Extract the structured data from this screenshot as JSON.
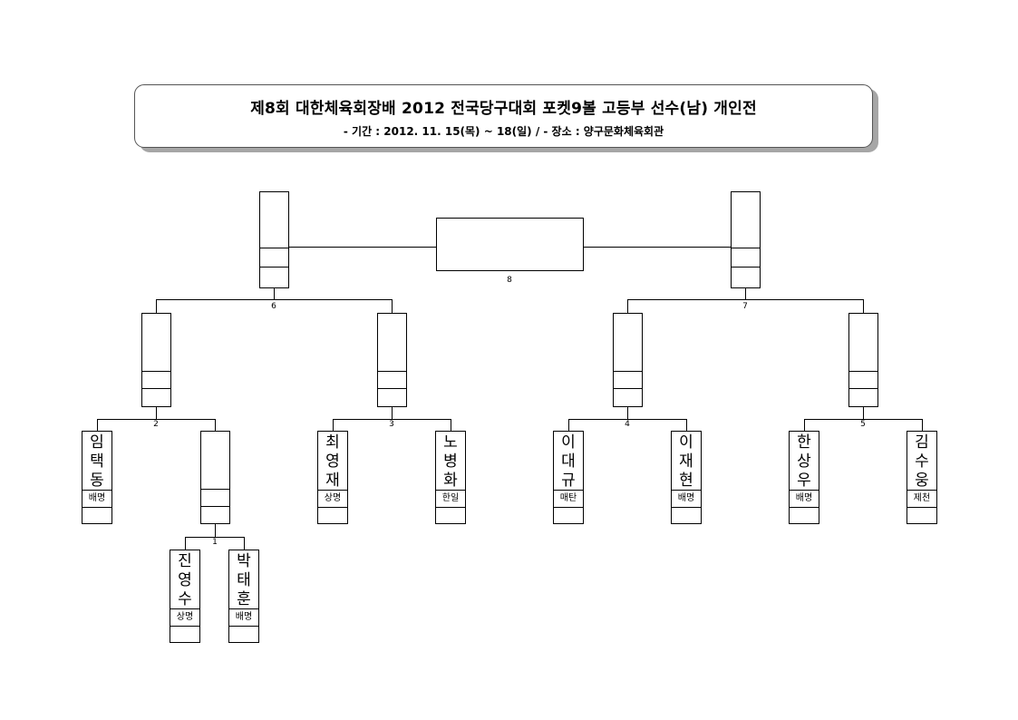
{
  "header": {
    "title": "제8회 대한체육회장배 2012 전국당구대회 포켓9볼 고등부 선수(남) 개인전",
    "subtitle": "- 기간 : 2012. 11. 15(목) ~ 18(일)  /  - 장소 : 양구문화체육회관"
  },
  "matches": [
    {
      "id": "m1",
      "number": "1"
    },
    {
      "id": "m2",
      "number": "2"
    },
    {
      "id": "m3",
      "number": "3"
    },
    {
      "id": "m4",
      "number": "4"
    },
    {
      "id": "m5",
      "number": "5"
    },
    {
      "id": "m6",
      "number": "6"
    },
    {
      "id": "m7",
      "number": "7"
    },
    {
      "id": "m8",
      "number": "8"
    }
  ],
  "players": [
    {
      "name": "임택동",
      "club": "배명"
    },
    {
      "name": "진영수",
      "club": "상명"
    },
    {
      "name": "박태훈",
      "club": "배명"
    },
    {
      "name": "최영재",
      "club": "상명"
    },
    {
      "name": "노병화",
      "club": "한일"
    },
    {
      "name": "이대규",
      "club": "매탄"
    },
    {
      "name": "이재현",
      "club": "배명"
    },
    {
      "name": "한상우",
      "club": "배명"
    },
    {
      "name": "김수웅",
      "club": "제천"
    }
  ]
}
